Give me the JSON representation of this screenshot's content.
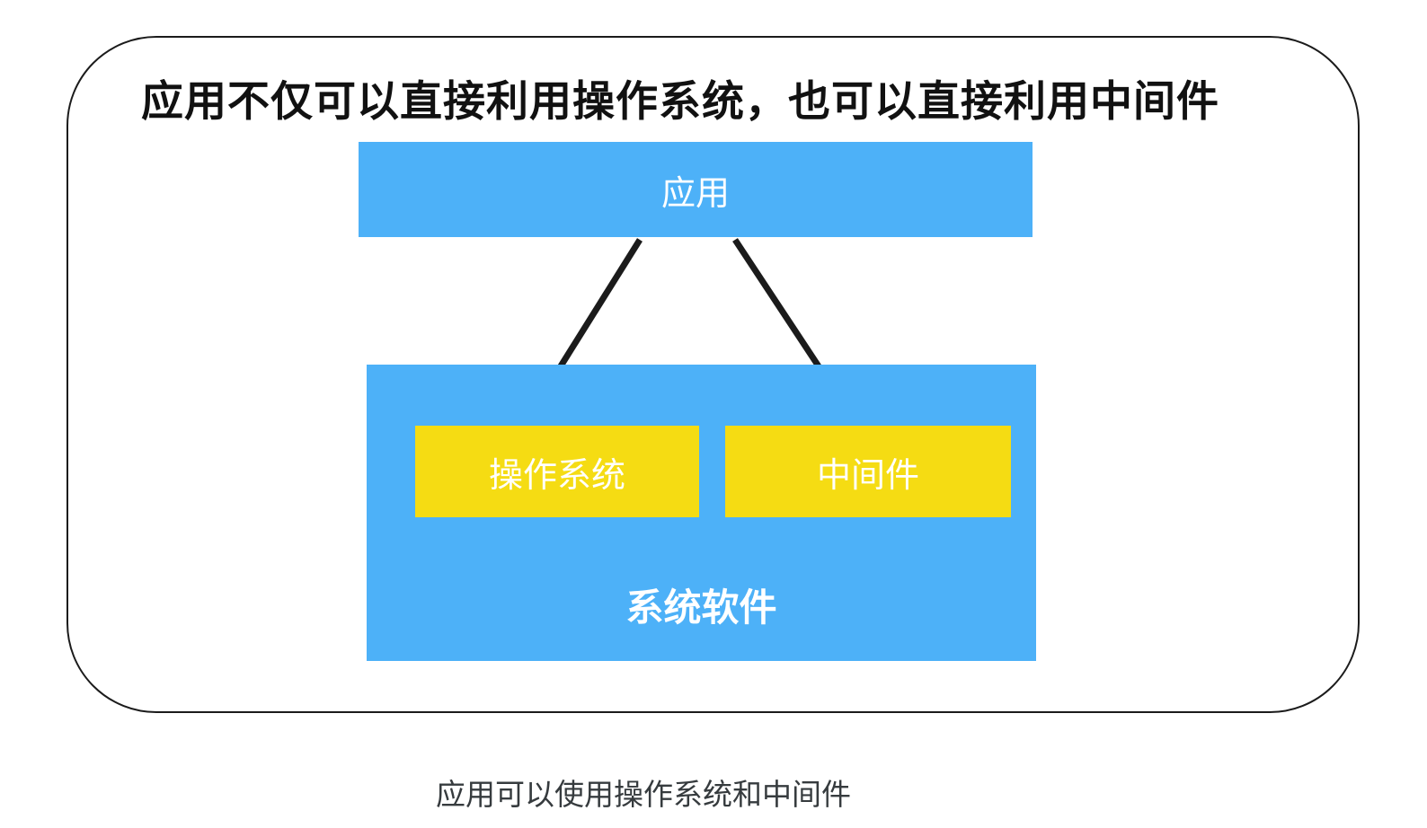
{
  "diagram": {
    "title": "应用不仅可以直接利用操作系统，也可以直接利用中间件",
    "caption": "应用可以使用操作系统和中间件",
    "nodes": {
      "app": {
        "id": "app",
        "label": "应用"
      },
      "os": {
        "id": "os",
        "label": "操作系统"
      },
      "middleware": {
        "id": "middleware",
        "label": "中间件"
      },
      "system_software": {
        "id": "system_software",
        "label": "系统软件"
      }
    },
    "edges": [
      {
        "from": "app",
        "to": "os",
        "style": "arrow"
      },
      {
        "from": "app",
        "to": "middleware",
        "style": "arrow"
      }
    ],
    "colors": {
      "node_blue": "#4db1f8",
      "node_yellow": "#f5dc13",
      "node_text": "#ffffff",
      "title_text": "#111111",
      "caption_text": "#363b3e",
      "frame_border": "#1b1b1b",
      "arrow": "#1b1b1b",
      "background": "#ffffff"
    }
  }
}
